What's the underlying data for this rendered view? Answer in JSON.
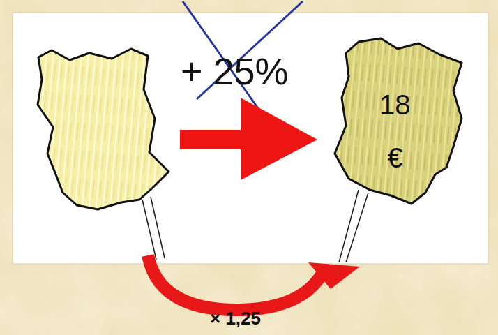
{
  "diagram": {
    "nodes": [
      {
        "text": [
          "18 €"
        ]
      }
    ],
    "labels": [
      "+ 25%",
      "× 1,25"
    ]
  }
}
